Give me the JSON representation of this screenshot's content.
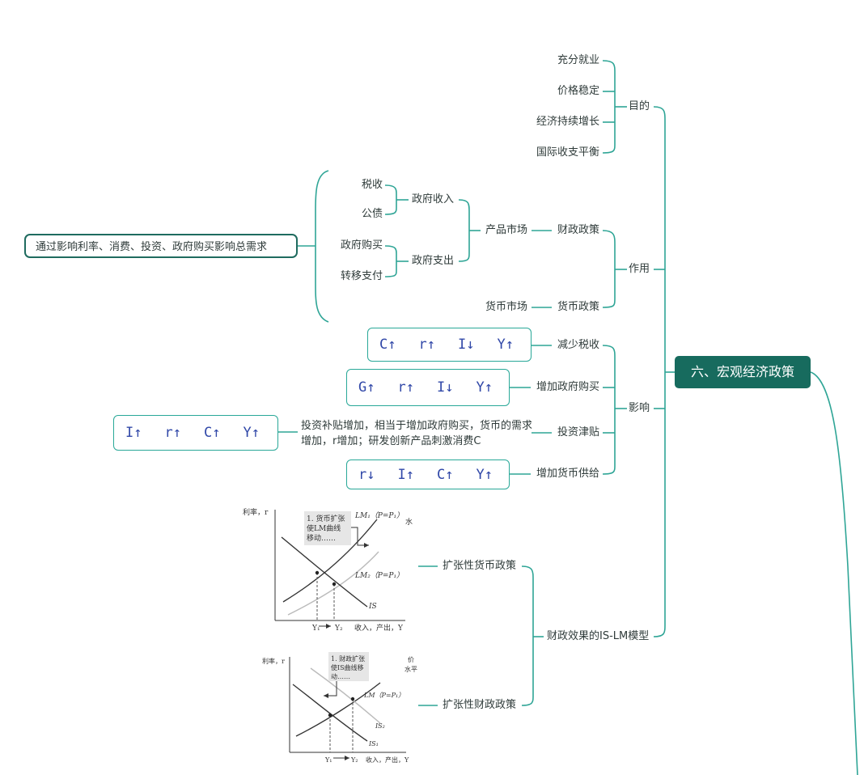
{
  "root": "六、宏观经济政策",
  "goal": {
    "label": "目的",
    "items": [
      "充分就业",
      "价格稳定",
      "经济持续增长",
      "国际收支平衡"
    ]
  },
  "role": {
    "label": "作用",
    "fiscal": "财政政策",
    "product_market": "产品市场",
    "revenue": "政府收入",
    "revenue_items": [
      "税收",
      "公债"
    ],
    "expenditure": "政府支出",
    "expenditure_items": [
      "政府购买",
      "转移支付"
    ],
    "monetary": "货币政策",
    "money_market": "货币市场",
    "outer_note": "通过影响利率、消费、投资、政府购买影响总需求"
  },
  "effect": {
    "label": "影响",
    "items": [
      {
        "label": "减少税收",
        "hand": [
          "C↑",
          "r↑",
          "I↓",
          "Y↑"
        ]
      },
      {
        "label": "增加政府购买",
        "hand": [
          "G↑",
          "r↑",
          "I↓",
          "Y↑"
        ]
      },
      {
        "label": "投资津贴",
        "hand": [
          "I↑",
          "r↑",
          "C↑",
          "Y↑"
        ],
        "note": "投资补贴增加，相当于增加政府购买，货币的需求增加，r增加；研发创新产品刺激消费C"
      },
      {
        "label": "增加货币供给",
        "hand": [
          "r↓",
          "I↑",
          "C↑",
          "Y↑"
        ]
      }
    ]
  },
  "islm": {
    "label": "财政效果的IS-LM模型",
    "monetary": "扩张性货币政策",
    "fiscal": "扩张性财政政策",
    "fig1": {
      "yaxis": "利率，r",
      "xaxis": "收入，产出，Y",
      "note": [
        "1. 货币扩张",
        "使LM曲线",
        "移动……"
      ],
      "lm1": "LM₁（P=P₁）",
      "lm2": "LM₂（P=P₁）",
      "is": "IS",
      "y1": "Y₁",
      "y2": "Y₂",
      "right_cut": "水"
    },
    "fig2": {
      "yaxis": "利率，r",
      "xaxis": "收入，产出，Y",
      "note": [
        "1. 财政扩张",
        "使IS曲线移",
        "动……"
      ],
      "lm": "LM（P=P₁）",
      "is2": "IS₂",
      "is1": "IS₁",
      "y1": "Y₁",
      "y2": "Y₂",
      "right_cut": "价",
      "right_cut2": "水平"
    }
  }
}
